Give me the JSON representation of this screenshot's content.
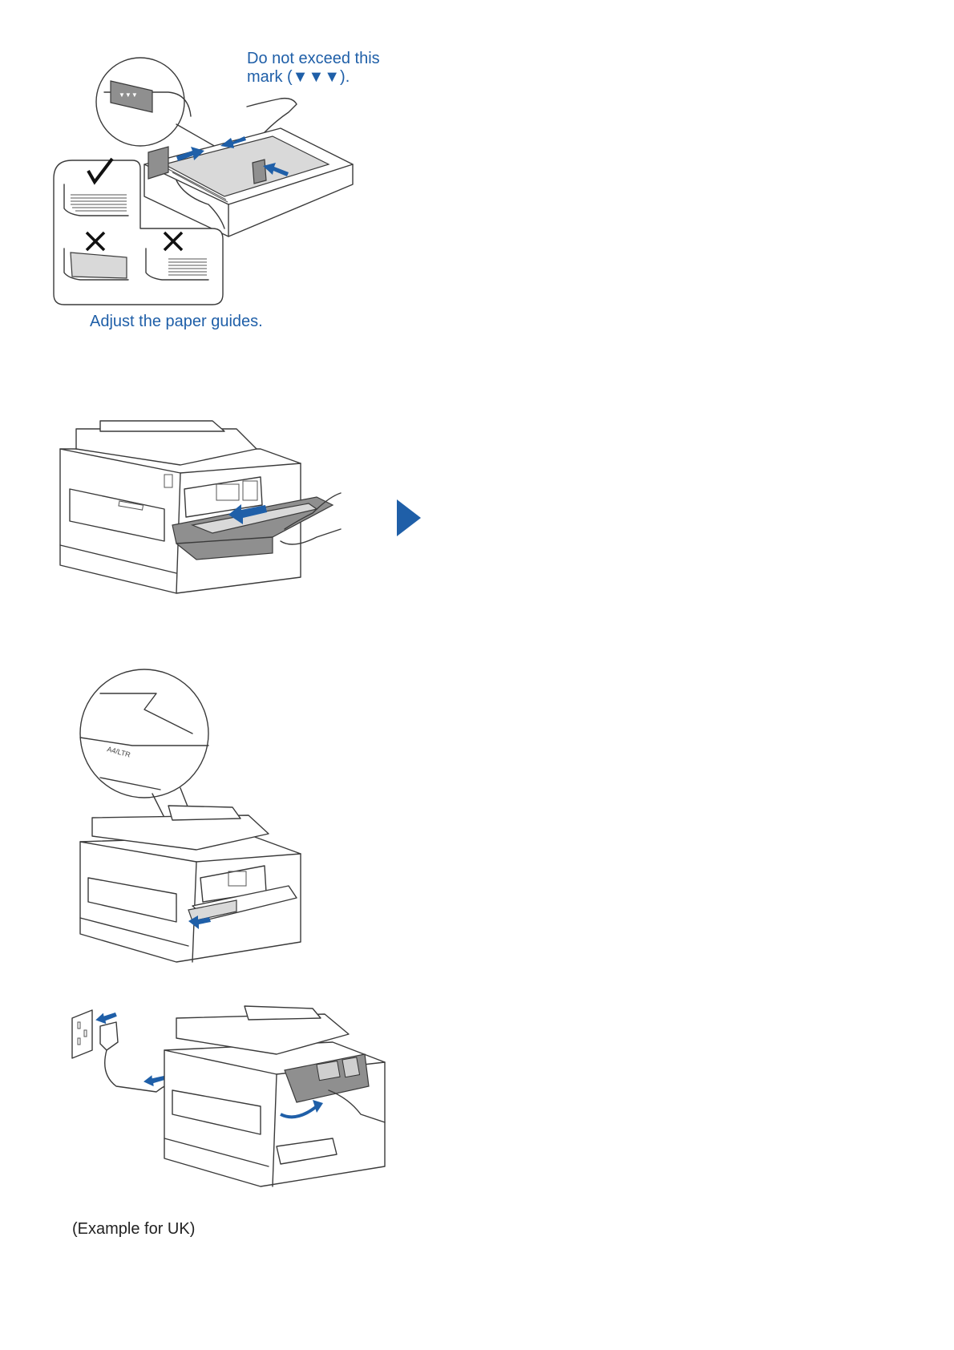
{
  "step_paper_tray": {
    "mark_note": "Do not exceed this\nmark (▼▼▼).",
    "mark_symbol": "▼▼▼",
    "guides_caption": "Adjust the paper guides."
  },
  "step_insert_tray": {
    "next_arrow": "right-arrow-icon"
  },
  "step_output_support": {
    "tray_marking": "A4/LTR"
  },
  "step_power": {
    "caption": "(Example for UK)"
  },
  "colors": {
    "accent": "#1f5fa8",
    "line": "#3a3a3a",
    "tray_grey": "#8f8f8f"
  }
}
